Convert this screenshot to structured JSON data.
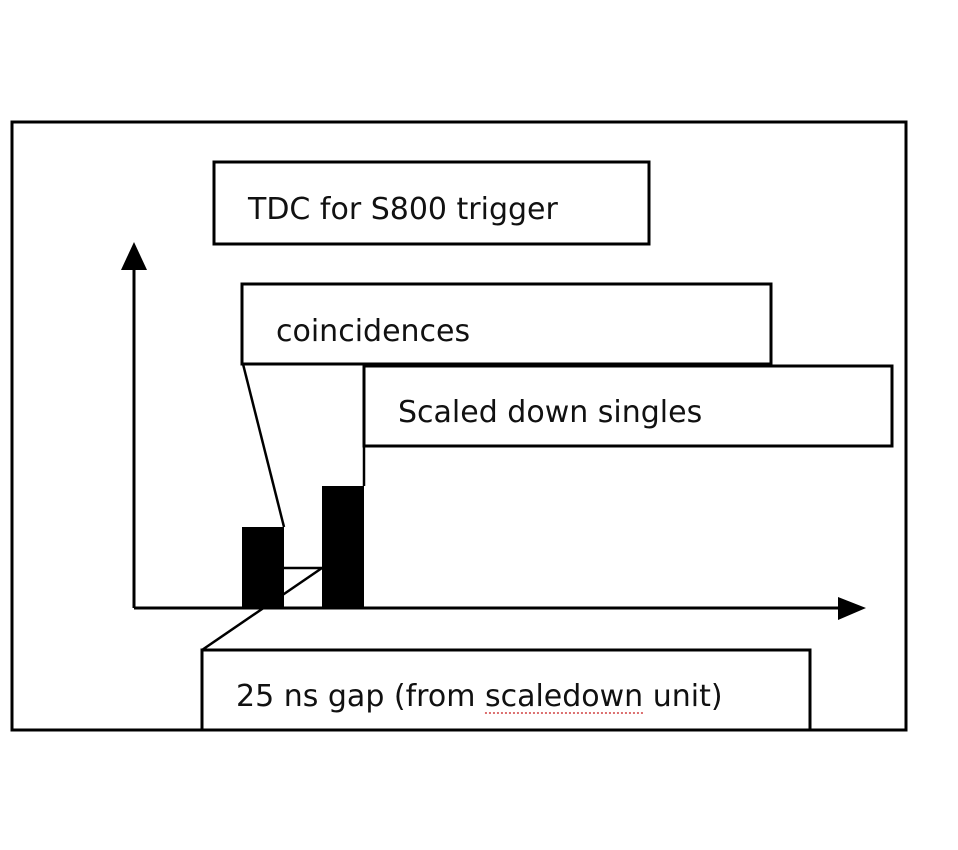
{
  "title_label": "TDC for S800 trigger",
  "coincidences_label": "coincidences",
  "singles_label": "Scaled down singles",
  "gap_label": {
    "before": "25 ns gap (from ",
    "flagged_word": "scaledown",
    "after": " unit)"
  },
  "colors": {
    "line": "#000000",
    "bar_fill": "#000000",
    "background": "#ffffff",
    "spellcheck_underline": "#d04040"
  }
}
